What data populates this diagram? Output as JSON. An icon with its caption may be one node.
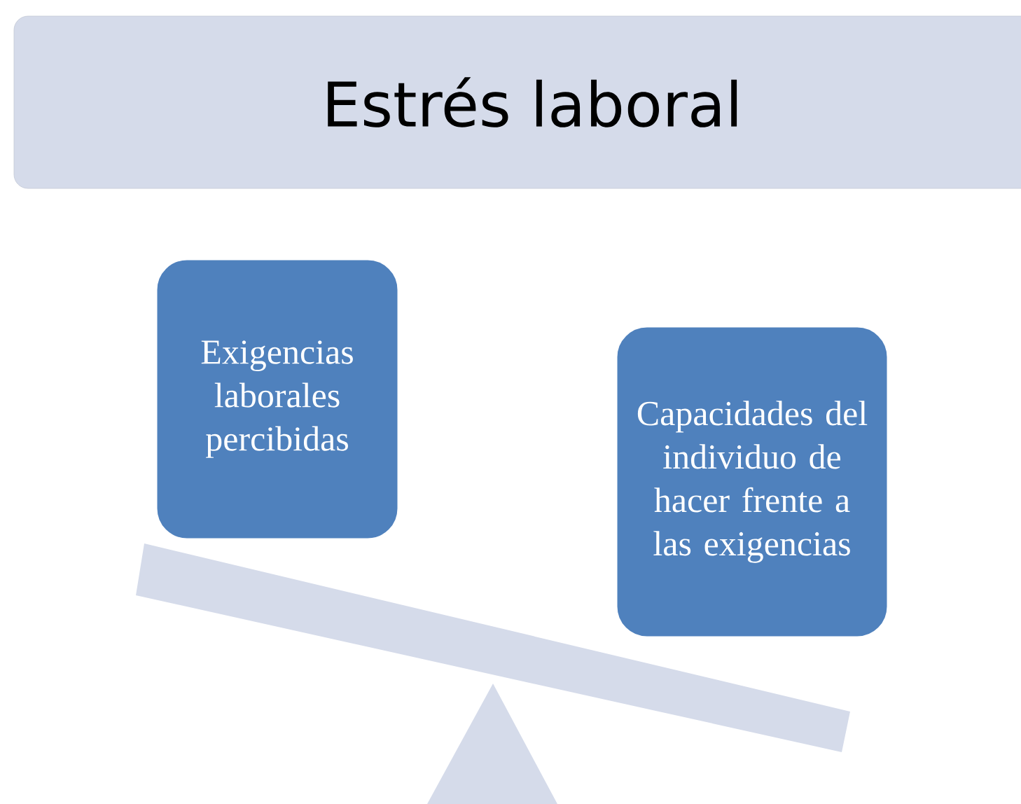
{
  "diagram": {
    "nodes": [
      {
        "text": [
          "Estrés laboral"
        ]
      },
      {
        "text": [
          "Exigencias laborales percibidas"
        ]
      },
      {
        "text": [
          "Capacidades del individuo de hacer frente a las exigencias"
        ]
      }
    ]
  }
}
